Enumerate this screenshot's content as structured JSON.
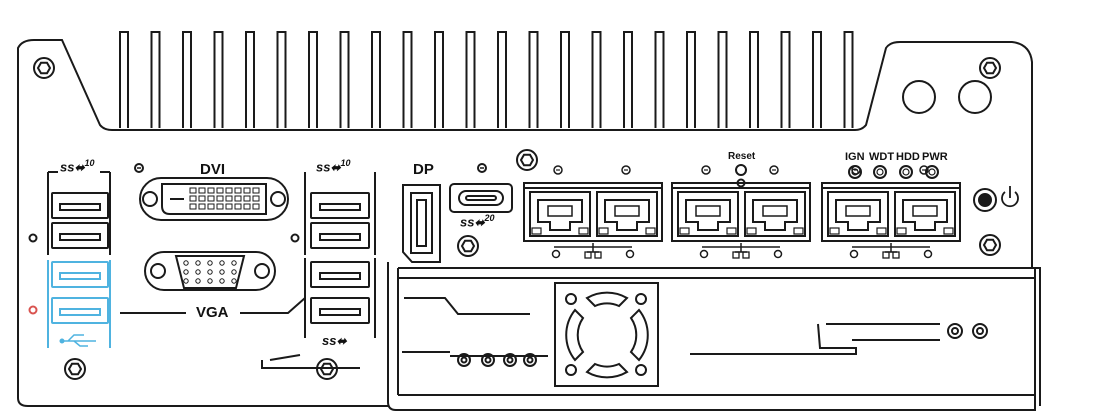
{
  "labels": {
    "dvi": "DVI",
    "vga": "VGA",
    "dp": "DP",
    "reset": "Reset",
    "ign": "IGN",
    "wdt": "WDT",
    "hdd": "HDD",
    "pwr": "PWR",
    "usb_speed_left": "10",
    "usb_speed_mid": "10",
    "usb_speed_typec": "20"
  },
  "colors": {
    "outline": "#1a1a1a",
    "highlight": "#4fb3e0",
    "indicator": "#d9534f"
  },
  "icons": [
    "superspeed-usb-icon",
    "usb-icon",
    "power-icon",
    "screw-icon"
  ]
}
